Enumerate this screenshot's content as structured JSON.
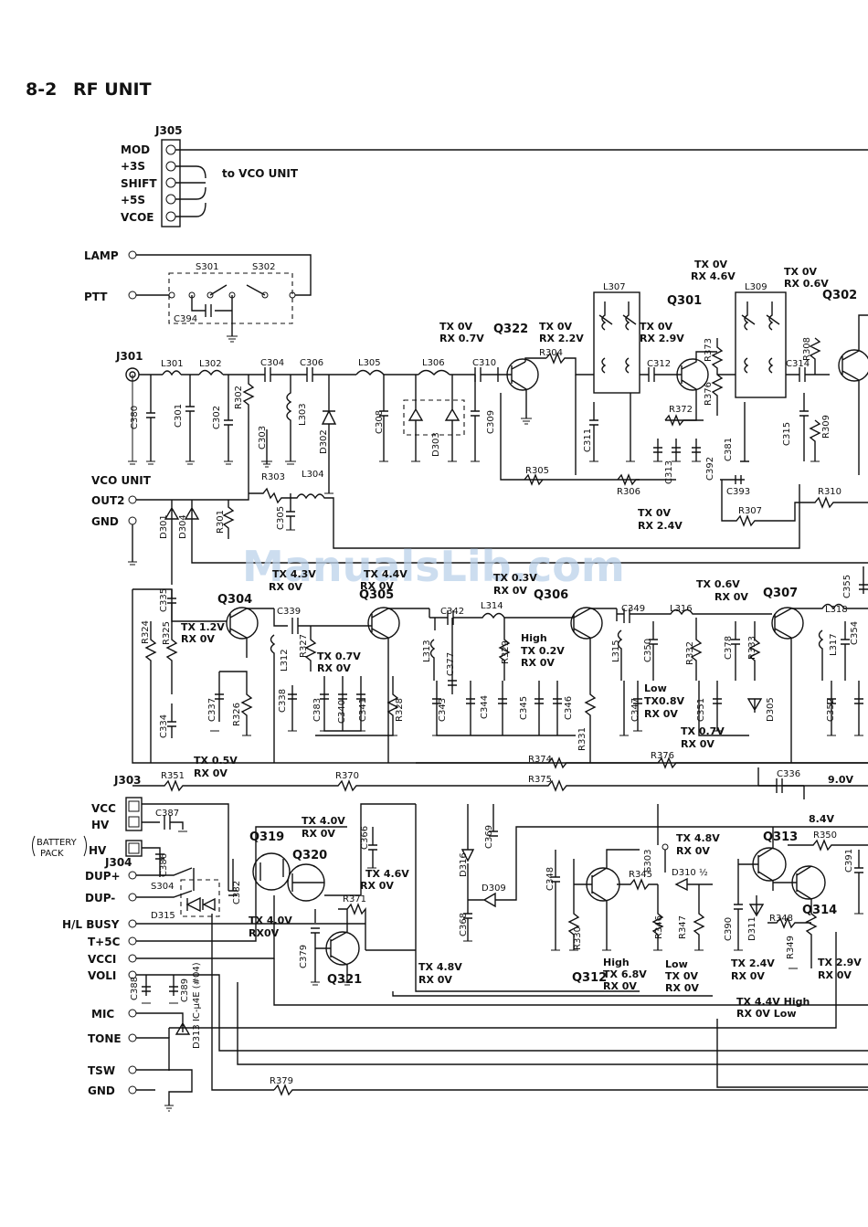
{
  "section_number": "8-2",
  "section_title": "RF UNIT",
  "watermark": "ManualsLib.com",
  "j305": {
    "ref": "J305",
    "pins": [
      "MOD",
      "+3S",
      "SHIFT",
      "+5S",
      "VCOE"
    ],
    "note": "to VCO UNIT"
  },
  "switches": {
    "lamp": "LAMP",
    "ptt": "PTT",
    "s301": "S301",
    "s302": "S302",
    "c394": "C394"
  },
  "j301": "J301",
  "vco_unit": {
    "label": "VCO UNIT",
    "pins": [
      "OUT2",
      "GND"
    ]
  },
  "transistors": [
    {
      "ref": "Q322",
      "voltage": [
        "TX 0V",
        "RX 0.7V"
      ],
      "voltage2": [
        "TX 0V",
        "RX 2.2V"
      ]
    },
    {
      "ref": "Q301",
      "voltage": [
        "TX 0V",
        "RX 2.9V"
      ],
      "voltage2": [
        "TX 0V",
        "RX 4.6V"
      ]
    },
    {
      "ref": "Q302",
      "voltage": [
        "TX 0V",
        "RX 0.6V"
      ]
    },
    {
      "ref": "Q304",
      "voltage": [
        "TX 1.2V",
        "RX 0V"
      ]
    },
    {
      "ref": "Q305",
      "voltage": [
        "TX 0.7V",
        "RX 0V"
      ]
    },
    {
      "ref": "Q306",
      "voltage": [
        "TX 0.2V",
        "RX 0V"
      ]
    },
    {
      "ref": "Q307",
      "voltage": [
        "TX 0.6V",
        "RX 0V"
      ]
    },
    {
      "ref": "Q319"
    },
    {
      "ref": "Q320"
    },
    {
      "ref": "Q321"
    },
    {
      "ref": "Q312"
    },
    {
      "ref": "Q313"
    },
    {
      "ref": "Q314"
    }
  ],
  "voltages": {
    "r306_note": [
      "TX 0V",
      "RX 2.4V"
    ],
    "q304_top": [
      "TX 4.3V",
      "RX 0V"
    ],
    "q305_top": [
      "TX 4.4V",
      "RX 0V"
    ],
    "q306_top": [
      "TX 0.3V",
      "RX 0V"
    ],
    "q306_high": "High",
    "q306_low": [
      "Low",
      "TX0.8V",
      "RX 0V"
    ],
    "q307_emit": [
      "TX 0.7V",
      "RX 0V"
    ],
    "q304_base": [
      "TX 0.5V",
      "RX 0V"
    ],
    "nine_v": "9.0V",
    "q319": [
      "TX 4.0V",
      "RX 0V"
    ],
    "q320": [
      "TX 4.6V",
      "RX 0V"
    ],
    "q320_lower": [
      "TX 4.0V",
      "RX0V"
    ],
    "q321": [
      "TX 4.8V",
      "RX 0V"
    ],
    "s303": [
      "TX 4.8V",
      "RX 0V"
    ],
    "q313": "8.4V",
    "q312_high": [
      "High",
      "TX 6.8V",
      "RX 0V"
    ],
    "q312_low": [
      "Low",
      "TX 0V",
      "RX 0V"
    ],
    "d311": [
      "TX 2.4V",
      "RX 0V"
    ],
    "q314": [
      "TX 2.9V",
      "RX 0V"
    ],
    "bottom": [
      "TX 4.4V High",
      "RX 0V   Low"
    ]
  },
  "left_pins": {
    "j303": "J303",
    "vcc": "VCC",
    "hv": "HV",
    "battery_pack": [
      "BATTERY",
      "PACK"
    ],
    "hv2": "HV",
    "j304": "J304",
    "dup_plus": "DUP+",
    "dup_minus": "DUP-",
    "hl_busy": "H/L BUSY",
    "t5c": "T+5C",
    "vcci": "VCCI",
    "voli": "VOLI",
    "mic": "MIC",
    "tone": "TONE",
    "tsw": "TSW",
    "gnd": "GND",
    "s304": "S304",
    "d315": "D315",
    "d313": "D313 IC-μ4E (#04)"
  },
  "parts": {
    "top": [
      "L301",
      "L302",
      "C304",
      "C306",
      "L305",
      "L306",
      "C310",
      "R304",
      "L307",
      "C312",
      "L309",
      "C314",
      "C380",
      "C301",
      "C302",
      "R302",
      "C303",
      "L303",
      "D302",
      "C308",
      "D303",
      "C309",
      "C311",
      "C313",
      "C392",
      "R305",
      "R306",
      "R372",
      "R373",
      "R376",
      "C381",
      "C393",
      "R307",
      "R308",
      "R309",
      "R310",
      "C315",
      "R303",
      "L304",
      "C305",
      "D301",
      "D304",
      "R301"
    ],
    "mid": [
      "C335",
      "R324",
      "R325",
      "C334",
      "C337",
      "R326",
      "L312",
      "C339",
      "R327",
      "C338",
      "C383",
      "C340",
      "C341",
      "R328",
      "C342",
      "L314",
      "L313",
      "C377",
      "R329",
      "C343",
      "C344",
      "C345",
      "C346",
      "R331",
      "C349",
      "L316",
      "L315",
      "C350",
      "C347",
      "R332",
      "C378",
      "R333",
      "C351",
      "D305",
      "L318",
      "L317",
      "C354",
      "C352",
      "C355",
      "R351",
      "R370",
      "R374",
      "R376",
      "R375",
      "C336"
    ],
    "low": [
      "C387",
      "C386",
      "C382",
      "C366",
      "R371",
      "C379",
      "C369",
      "D316",
      "D309",
      "C368",
      "C348",
      "R330",
      "S303",
      "R345",
      "D310",
      "R346",
      "R347",
      "C390",
      "D311",
      "R348",
      "R349",
      "R350",
      "C391",
      "C388",
      "C389",
      "R379"
    ]
  }
}
